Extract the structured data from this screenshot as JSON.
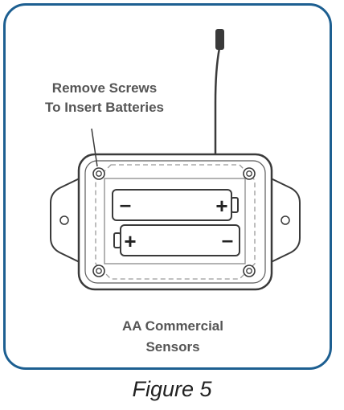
{
  "callout": {
    "line1": "Remove Screws",
    "line2": "To Insert Batteries"
  },
  "device": {
    "caption_line1": "AA Commercial",
    "caption_line2": "Sensors"
  },
  "batteries": {
    "top": {
      "left_symbol": "–",
      "right_symbol": "+"
    },
    "bottom": {
      "left_symbol": "+",
      "right_symbol": "–"
    }
  },
  "figure": {
    "label": "Figure 5"
  },
  "colors": {
    "frame": "#1d5f91",
    "outline": "#3a3a3a",
    "text": "#555555"
  }
}
